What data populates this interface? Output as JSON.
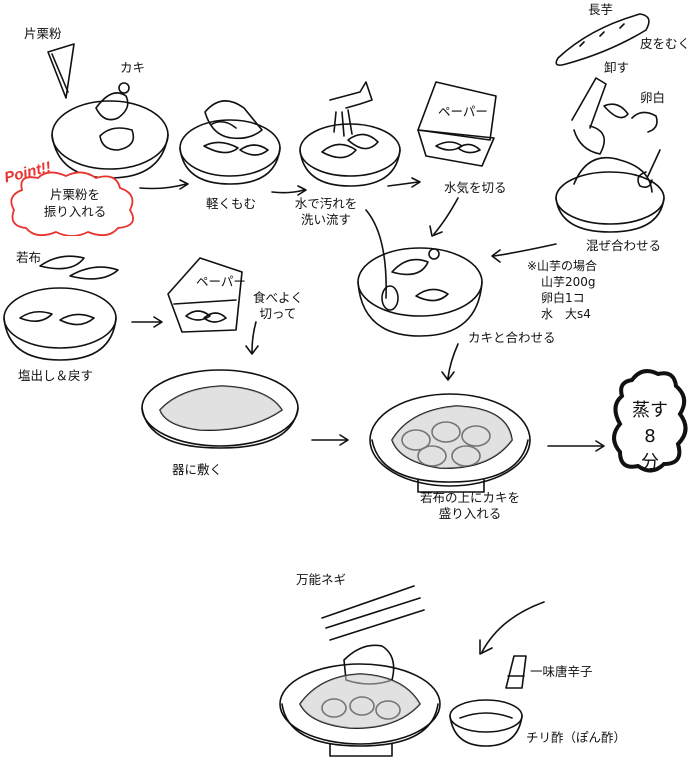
{
  "labels": {
    "katakuriko": "片栗粉",
    "kaki": "カキ",
    "nagaimo": "長芋",
    "kawa_wo_muku": "皮をむく",
    "orosu": "卸す",
    "ranpaku": "卵白",
    "karuku_momu": "軽くもむ",
    "mizu_arai_1": "水で汚れを",
    "mizu_arai_2": "洗い流す",
    "paper_1": "ペーパー",
    "mizuke": "水気を切る",
    "mazeawase": "混ぜ合わせる",
    "wakame": "若布",
    "paper_2": "ペーパー",
    "taberu_1": "食べよく",
    "taberu_2": "切って",
    "shiodashi": "塩出し＆戻す",
    "kaki_awase": "カキと合わせる",
    "utsuwa": "器に敷く",
    "moriire_1": "若布の上にカキを",
    "moriire_2": "盛り入れる",
    "banno_negi": "万能ネギ",
    "ichimi": "一味唐辛子",
    "chirizu": "チリ酢（ぽん酢）"
  },
  "point": {
    "badge": "Point!!",
    "line1": "片栗粉を",
    "line2": "振り入れる"
  },
  "steam": {
    "line1": "蒸す",
    "line2": "8",
    "line3": "分"
  },
  "note": {
    "title": "※山芋の場合",
    "line1": "山芋200g",
    "line2": "卵白1コ",
    "line3": "水　大s4"
  },
  "colors": {
    "ink": "#111111",
    "accent": "#e8332e",
    "shade": "#c8c8c8"
  }
}
